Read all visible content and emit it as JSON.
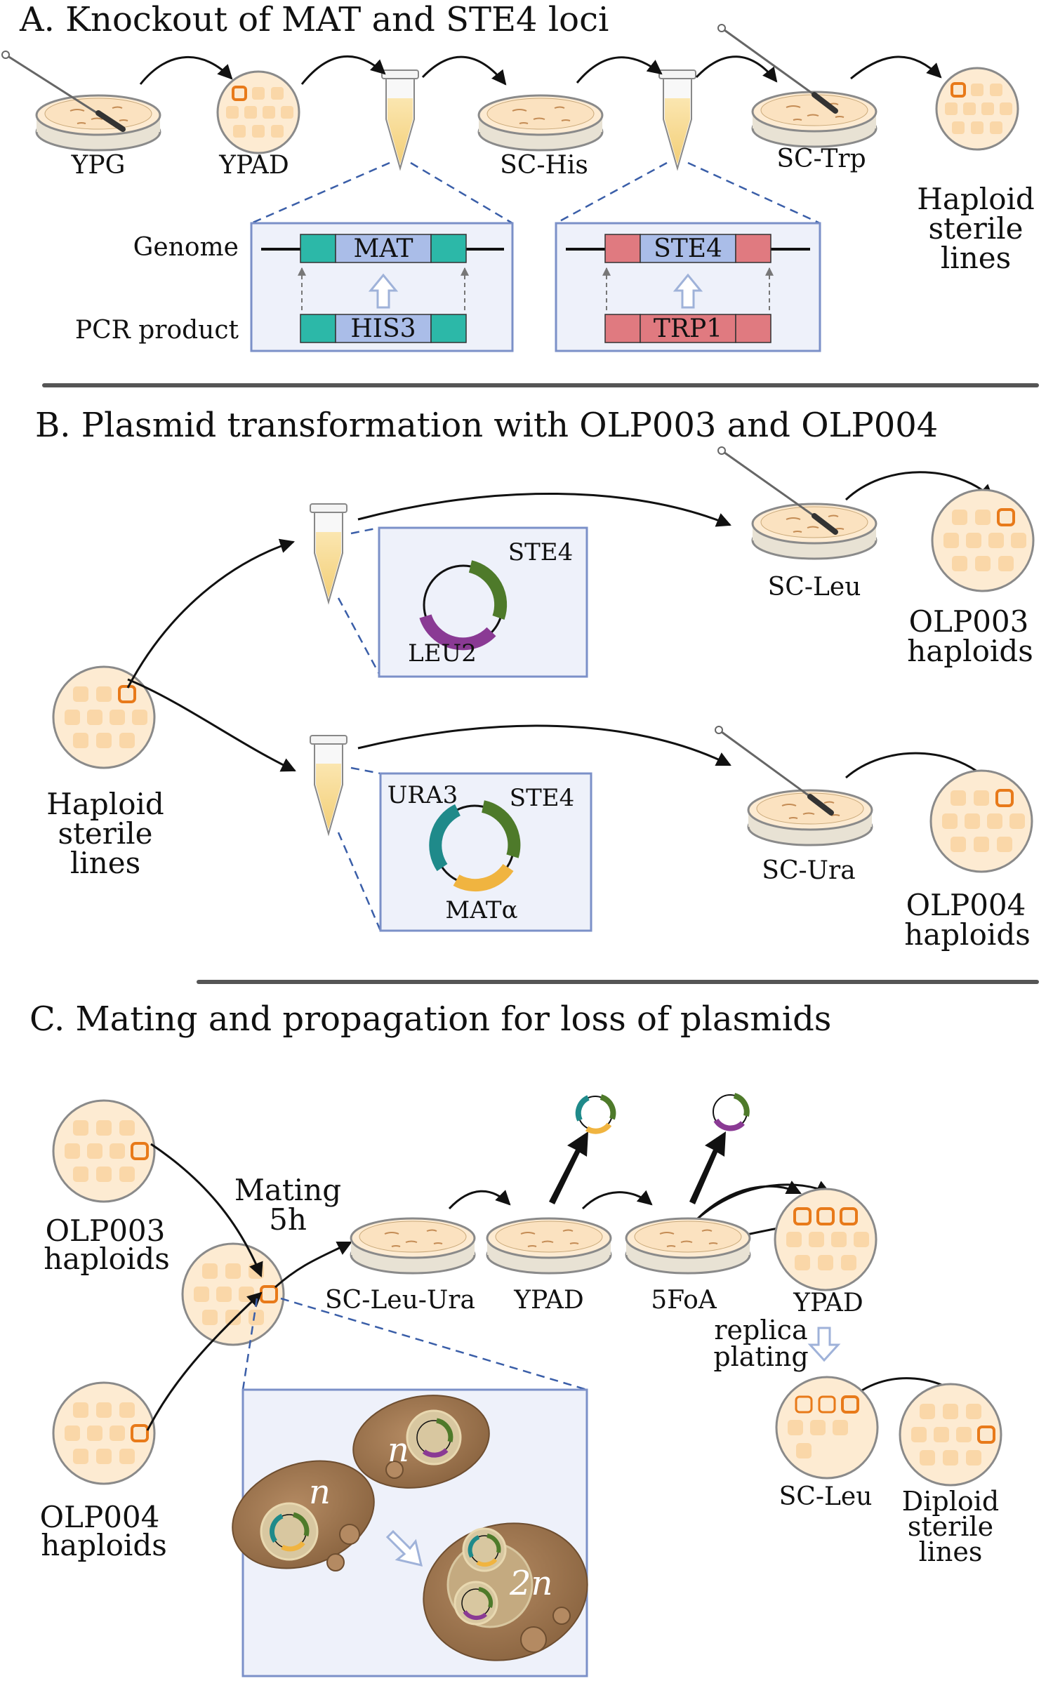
{
  "colors": {
    "agar": "#fdebd2",
    "plate_edge": "#8a8a8a",
    "colony": "#fad7a8",
    "colony_hi": "#e87a1a",
    "his3": "#2cb8a8",
    "locus": "#aabde8",
    "trp1": "#e07a80",
    "leu2": "#8a3a94",
    "ste4": "#4e7a2a",
    "ura3": "#1f8a8a",
    "matalpha": "#f0b440",
    "box_fill": "#eef1fa",
    "box_edge": "#7b90c8",
    "dash": "#3a5ea8",
    "cell": "#a07a55",
    "cell_dark": "#6e4e30",
    "arrow_outline": "#9fb2d9"
  },
  "section_a": {
    "title": "A. Knockout of MAT and STE4 loci",
    "plates": [
      "YPG",
      "YPAD",
      "SC-His",
      "SC-Trp"
    ],
    "result": [
      "Haploid",
      "sterile",
      "lines"
    ],
    "row_genome": "Genome",
    "row_pcr": "PCR product",
    "box1": {
      "locus": "MAT",
      "marker": "HIS3"
    },
    "box2": {
      "locus": "STE4",
      "marker": "TRP1"
    }
  },
  "section_b": {
    "title": "B. Plasmid transformation with OLP003 and OLP004",
    "input": [
      "Haploid",
      "sterile",
      "lines"
    ],
    "plasmid1": {
      "top_label": "STE4",
      "bottom_label": "LEU2",
      "plate": "SC-Leu",
      "result": [
        "OLP003",
        "haploids"
      ]
    },
    "plasmid2": {
      "left_label": "URA3",
      "right_label": "STE4",
      "bottom_label": "MATα",
      "plate": "SC-Ura",
      "result": [
        "OLP004",
        "haploids"
      ]
    }
  },
  "section_c": {
    "title": "C. Mating and propagation for loss of plasmids",
    "parent1": [
      "OLP003",
      "haploids"
    ],
    "parent2": [
      "OLP004",
      "haploids"
    ],
    "mating": [
      "Mating",
      "5h"
    ],
    "plates": [
      "SC-Leu-Ura",
      "YPAD",
      "5FoA",
      "YPAD"
    ],
    "replica": [
      "replica",
      "plating"
    ],
    "check_plate": "SC-Leu",
    "result": [
      "Diploid",
      "sterile",
      "lines"
    ],
    "ploidy": [
      "n",
      "n",
      "2n"
    ]
  }
}
